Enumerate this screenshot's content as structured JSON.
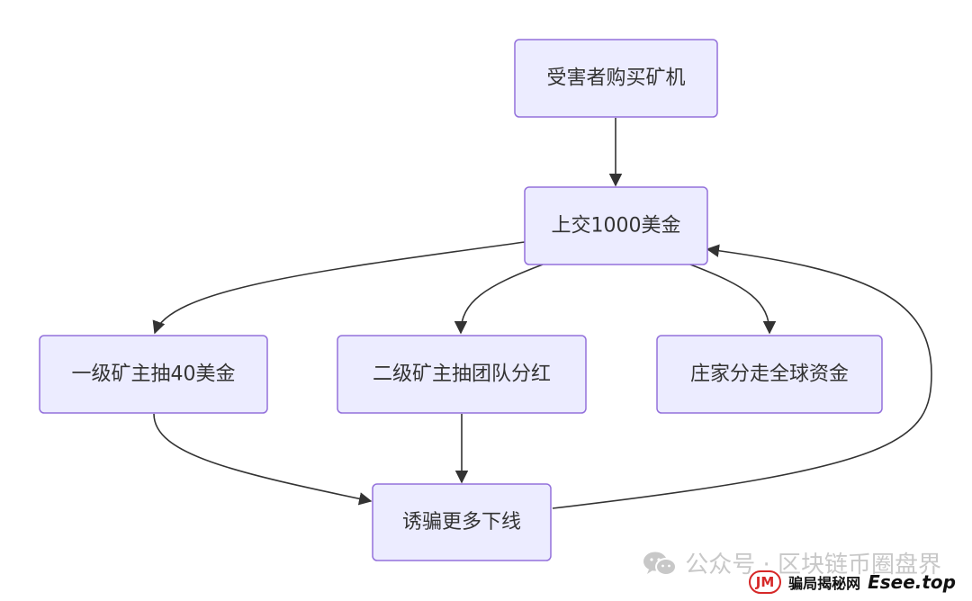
{
  "nodes": {
    "victim": "受害者购买矿机",
    "pay": "上交1000美金",
    "level1": "一级矿主抽40美金",
    "level2": "二级矿主抽团队分红",
    "dealer": "庄家分走全球资金",
    "lure": "诱骗更多下线"
  },
  "watermark": {
    "text": "公众号 · 区块链币圈盘界",
    "brand_logo": "JM",
    "brand_name": "骗局揭秘网",
    "brand_site": "Esee.top"
  },
  "colors": {
    "node_fill": "#ececff",
    "node_stroke": "#9370db",
    "edge": "#333333",
    "brand_red": "#d62828"
  }
}
